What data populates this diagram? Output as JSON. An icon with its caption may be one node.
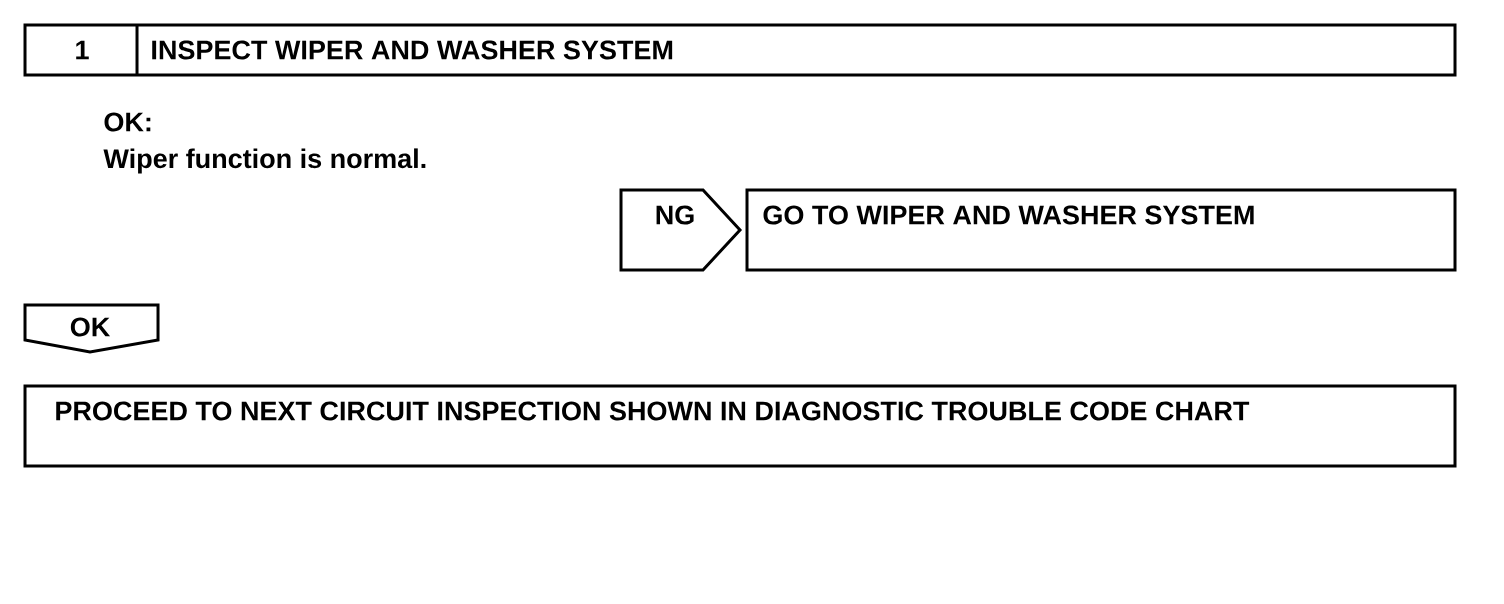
{
  "diagram": {
    "nodes": [
      {
        "text": [
          "1",
          "INSPECT WIPER AND WASHER SYSTEM"
        ]
      },
      {
        "text": [
          "NG"
        ]
      },
      {
        "text": [
          "GO TO WIPER AND WASHER SYSTEM"
        ]
      },
      {
        "text": [
          "OK"
        ]
      },
      {
        "text": [
          "PROCEED TO NEXT CIRCUIT INSPECTION SHOWN IN DIAGNOSTIC TROUBLE CODE CHART"
        ]
      }
    ],
    "labels": [
      "OK:",
      "Wiper function is normal."
    ]
  }
}
